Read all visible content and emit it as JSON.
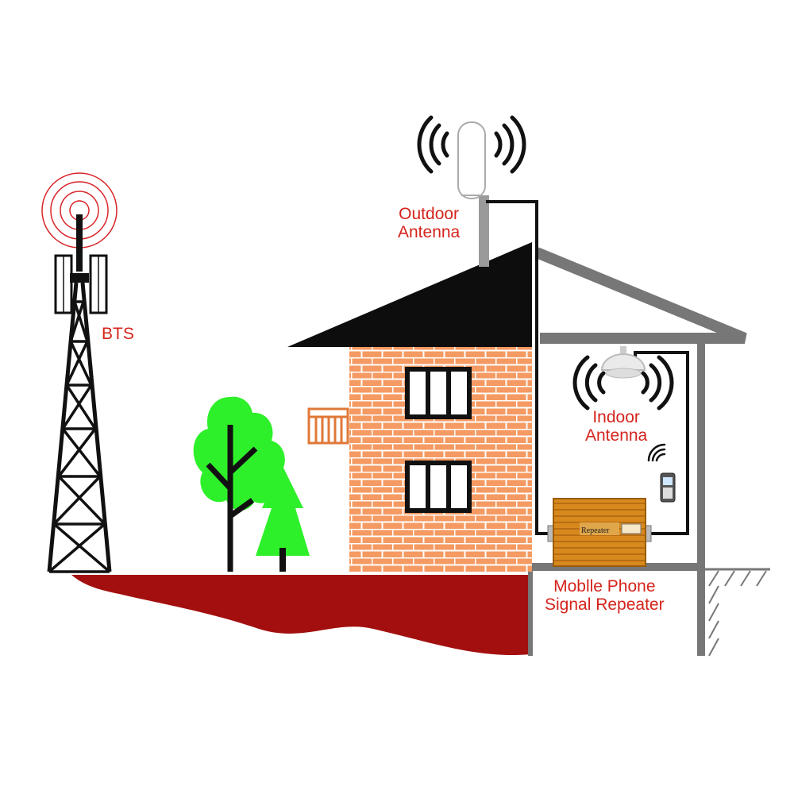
{
  "labels": {
    "bts": "BTS",
    "outdoor_antenna": [
      "Outdoor",
      "Antenna"
    ],
    "indoor_antenna": [
      "Indoor",
      "Antenna"
    ],
    "repeater": [
      "Moblle Phone",
      "Signal Repeater"
    ],
    "repeater_device_text": "Repeater"
  },
  "colors": {
    "label_red": "#d4241c",
    "ground": "#a30f0f",
    "brick": "#f49a62",
    "mortar": "#ffffff",
    "roof": "#0d0d0d",
    "annex": "#777777",
    "tree": "#2ef02a",
    "repeater_body": "#d8891e",
    "signal_ring": "#d9262a"
  }
}
